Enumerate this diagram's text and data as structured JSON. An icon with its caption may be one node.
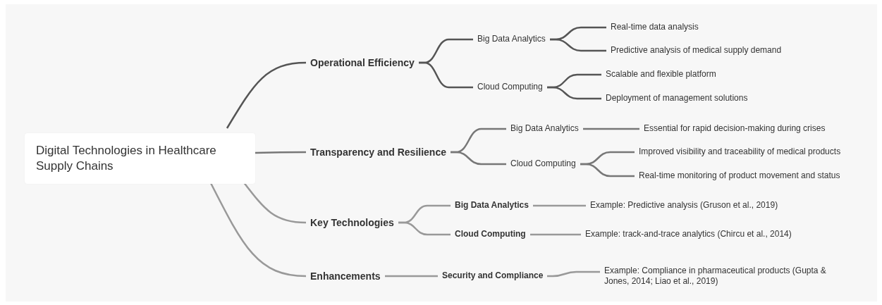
{
  "diagram": {
    "nodes": [
      {
        "text": [
          "Digital Technologies in Healthcare Supply Chains"
        ]
      },
      {
        "text": [
          "Operational Efficiency"
        ]
      },
      {
        "text": [
          "Big Data Analytics"
        ]
      },
      {
        "text": [
          "Cloud Computing"
        ]
      },
      {
        "text": [
          "Real-time data analysis"
        ]
      },
      {
        "text": [
          "Predictive analysis of medical supply demand"
        ]
      },
      {
        "text": [
          "Scalable and flexible platform"
        ]
      },
      {
        "text": [
          "Deployment of management solutions"
        ]
      },
      {
        "text": [
          "Transparency and Resilience"
        ]
      },
      {
        "text": [
          "Big Data Analytics"
        ]
      },
      {
        "text": [
          "Cloud Computing"
        ]
      },
      {
        "text": [
          "Essential for rapid decision-making during crises"
        ]
      },
      {
        "text": [
          "Improved visibility and traceability of medical products"
        ]
      },
      {
        "text": [
          "Real-time monitoring of product movement and status"
        ]
      },
      {
        "text": [
          "Key Technologies"
        ]
      },
      {
        "text": [
          "Big Data Analytics"
        ]
      },
      {
        "text": [
          "Cloud Computing"
        ]
      },
      {
        "text": [
          "Example: Predictive analysis (Gruson et al., 2019)"
        ]
      },
      {
        "text": [
          "Example: track-and-trace analytics (Chircu et al., 2014)"
        ]
      },
      {
        "text": [
          "Enhancements"
        ]
      },
      {
        "text": [
          "Security and Compliance"
        ]
      },
      {
        "text": [
          "Example: Compliance in pharmaceutical products (Gupta & Jones, 2014; Liao et al., 2019)"
        ]
      }
    ],
    "edges": [
      {
        "from": 0,
        "to": 1,
        "arrow": "none",
        "color": "#555555"
      },
      {
        "from": 1,
        "to": 2,
        "arrow": "none",
        "color": "#555555"
      },
      {
        "from": 1,
        "to": 3,
        "arrow": "none",
        "color": "#555555"
      },
      {
        "from": 2,
        "to": 4,
        "arrow": "none",
        "color": "#555555"
      },
      {
        "from": 2,
        "to": 5,
        "arrow": "none",
        "color": "#555555"
      },
      {
        "from": 3,
        "to": 6,
        "arrow": "none",
        "color": "#555555"
      },
      {
        "from": 3,
        "to": 7,
        "arrow": "none",
        "color": "#555555"
      },
      {
        "from": 0,
        "to": 8,
        "arrow": "none",
        "color": "#777777"
      },
      {
        "from": 8,
        "to": 9,
        "arrow": "none",
        "color": "#777777"
      },
      {
        "from": 8,
        "to": 10,
        "arrow": "none",
        "color": "#777777"
      },
      {
        "from": 9,
        "to": 11,
        "arrow": "none",
        "color": "#777777"
      },
      {
        "from": 10,
        "to": 12,
        "arrow": "none",
        "color": "#777777"
      },
      {
        "from": 10,
        "to": 13,
        "arrow": "none",
        "color": "#777777"
      },
      {
        "from": 0,
        "to": 14,
        "arrow": "none"
      },
      {
        "from": 14,
        "to": 15,
        "arrow": "none"
      },
      {
        "from": 14,
        "to": 16,
        "arrow": "none"
      },
      {
        "from": 15,
        "to": 17,
        "arrow": "none"
      },
      {
        "from": 16,
        "to": 18,
        "arrow": "none"
      },
      {
        "from": 0,
        "to": 19,
        "arrow": "none"
      },
      {
        "from": 19,
        "to": 20,
        "arrow": "none"
      },
      {
        "from": 20,
        "to": 21,
        "arrow": "none"
      }
    ]
  }
}
